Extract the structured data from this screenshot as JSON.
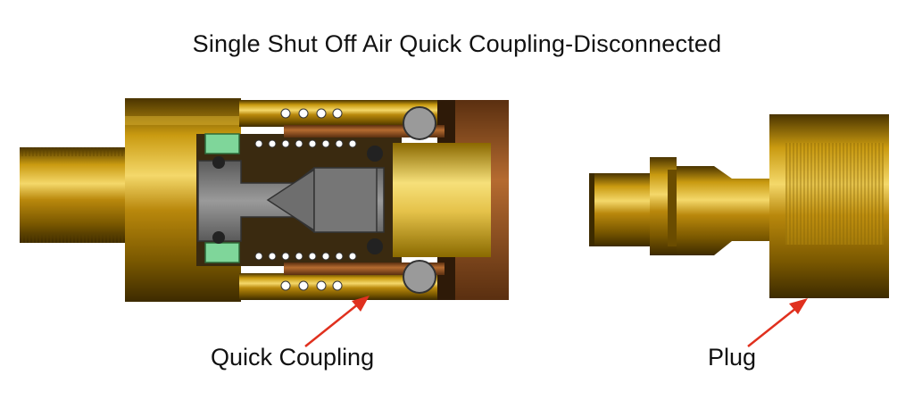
{
  "title": "Single Shut Off Air Quick Coupling-Disconnected",
  "labels": {
    "quick_coupling": "Quick Coupling",
    "plug": "Plug"
  },
  "colors": {
    "brass_dark": "#6b4e00",
    "brass_mid": "#c89b14",
    "brass_light": "#f2d56a",
    "copper": "#9a5a2a",
    "steel": "#8f8f8f",
    "seal_green": "#7fd69a",
    "arrow_red": "#e0301e"
  }
}
